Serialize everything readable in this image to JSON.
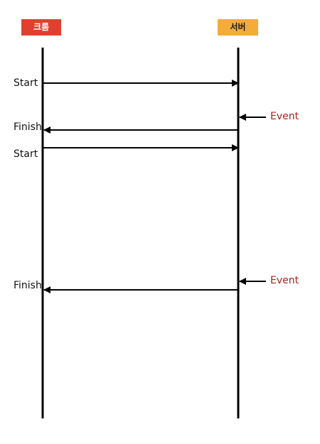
{
  "actors": {
    "chrome": {
      "label": "크롬",
      "color": "#e0412f"
    },
    "server": {
      "label": "서버",
      "color": "#f3ac3a"
    }
  },
  "messages": {
    "start_1": "Start",
    "finish_1": "Finish",
    "start_2": "Start",
    "finish_2": "Finish"
  },
  "events": {
    "event_1": "Event",
    "event_2": "Event"
  },
  "colors": {
    "line": "#000000",
    "event_text": "#a6261b"
  }
}
